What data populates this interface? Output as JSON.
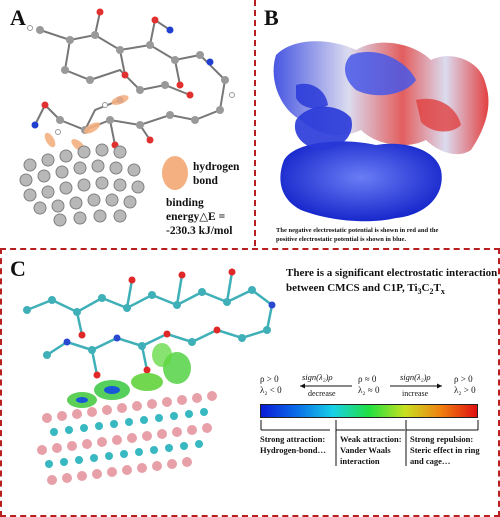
{
  "panels": {
    "a": {
      "label": "A",
      "legend_text": "hydrogen\nbond",
      "energy_line1": "binding",
      "energy_line2": "energy△E =",
      "energy_line3": "-230.3 kJ/mol",
      "legend_color": "#f4b080"
    },
    "b": {
      "label": "B",
      "caption_line1": "The negative electrostatic potential is shown in red and the",
      "caption_line2": "positive electrostatic potential is shown in blue."
    },
    "c": {
      "label": "C",
      "title_line1": "There is a significant electrostatic interaction",
      "title_line2_prefix": "between CMCS and C1P, Ti",
      "title_sub1": "3",
      "title_mid": "C",
      "title_sub2": "2",
      "title_mid2": "T",
      "title_sub3": "x",
      "scale": {
        "left_rho": "ρ > 0",
        "left_lambda": "λ₂ < 0",
        "mid_rho": "ρ ≈ 0",
        "mid_lambda": "λ₂ ≈ 0",
        "right_rho": "ρ > 0",
        "right_lambda": "λ₂ > 0",
        "arrow_label": "sign(λ₂)ρ",
        "decrease": "decrease",
        "increase": "increase",
        "cat1_line1": "Strong attraction:",
        "cat1_line2": "Hydrogen-bond…",
        "cat2_line1": "Weak attraction:",
        "cat2_line2": "Vander Waals",
        "cat2_line3": "interaction",
        "cat3_line1": "Strong repulsion:",
        "cat3_line2": "Steric effect in ring",
        "cat3_line3": "and cage…"
      }
    }
  },
  "colors": {
    "frame": "#b81f1f",
    "scale_stops": [
      "#0a1ad8",
      "#0a6ee8",
      "#18d0e8",
      "#20e040",
      "#c8e020",
      "#f08010",
      "#e01010"
    ]
  }
}
